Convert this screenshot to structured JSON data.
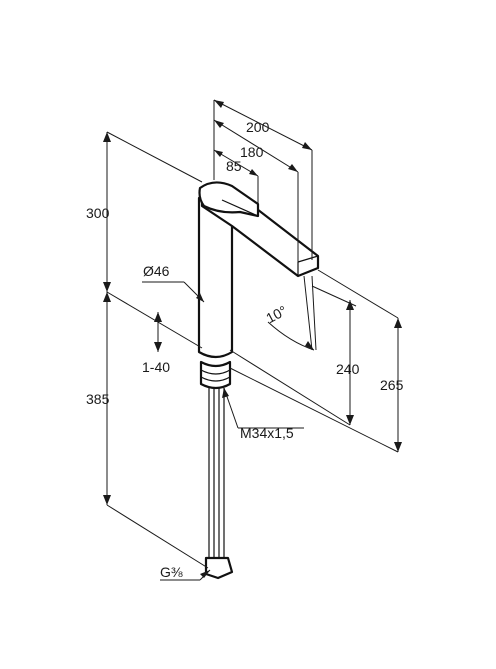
{
  "dimensions": {
    "spout_reach_total": "200",
    "spout_reach_outlet": "180",
    "handle_reach": "85",
    "body_height": "300",
    "body_diameter": "Ø46",
    "counter_thickness": "1-40",
    "spout_angle": "10°",
    "outlet_height": "240",
    "spout_height": "265",
    "below_counter_length": "385",
    "thread": "M34x1,5",
    "connection_thread": "G⅜"
  },
  "colors": {
    "line": "#111111",
    "background": "#ffffff"
  }
}
